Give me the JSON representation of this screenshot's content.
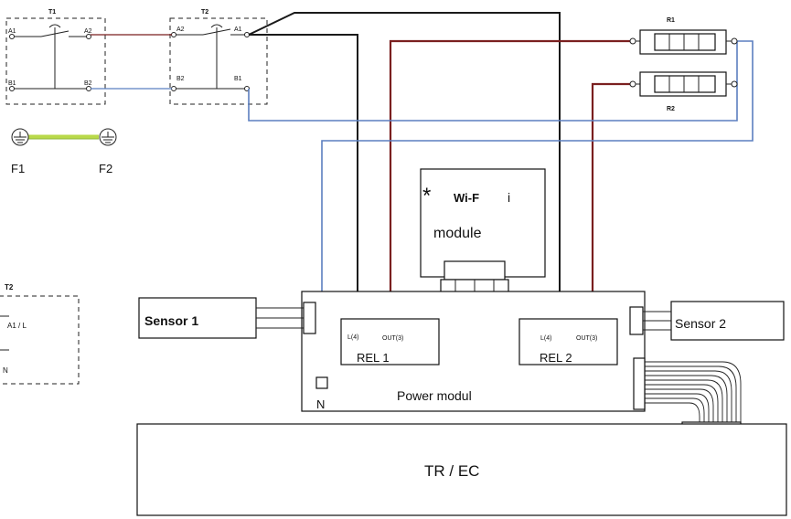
{
  "labels": {
    "t1": "T1",
    "t2": "T2",
    "t1_a1": "A1",
    "t1_a2": "A2",
    "t1_b1": "B1",
    "t1_b2": "B2",
    "t2_a2": "A2",
    "t2_a1": "A1",
    "t2_b2": "B2",
    "t2_b1": "B1",
    "r1": "R1",
    "r2": "R2",
    "f1": "F1",
    "f2": "F2",
    "wifi_star": "*",
    "wifi_line1": "Wi-F",
    "wifi_i": "i",
    "wifi_line2": "module",
    "sensor1": "Sensor 1",
    "sensor2": "Sensor 2",
    "rel1_l": "L(4)",
    "rel1_out": "OUT(3)",
    "rel1_name": "REL 1",
    "rel2_l": "L(4)",
    "rel2_out": "OUT(3)",
    "rel2_name": "REL 2",
    "n_label": "N",
    "power_module": "Power modul",
    "tr_ec": "TR / EC",
    "legend_t2": "T2",
    "legend_a1l": "A1 / L",
    "legend_n": "N"
  },
  "colors": {
    "brown_wire": "#7a1f1f",
    "blue_wire": "#5b7fc0",
    "black_wire": "#1a1a1a",
    "earth_wire": "#b9d94a"
  }
}
